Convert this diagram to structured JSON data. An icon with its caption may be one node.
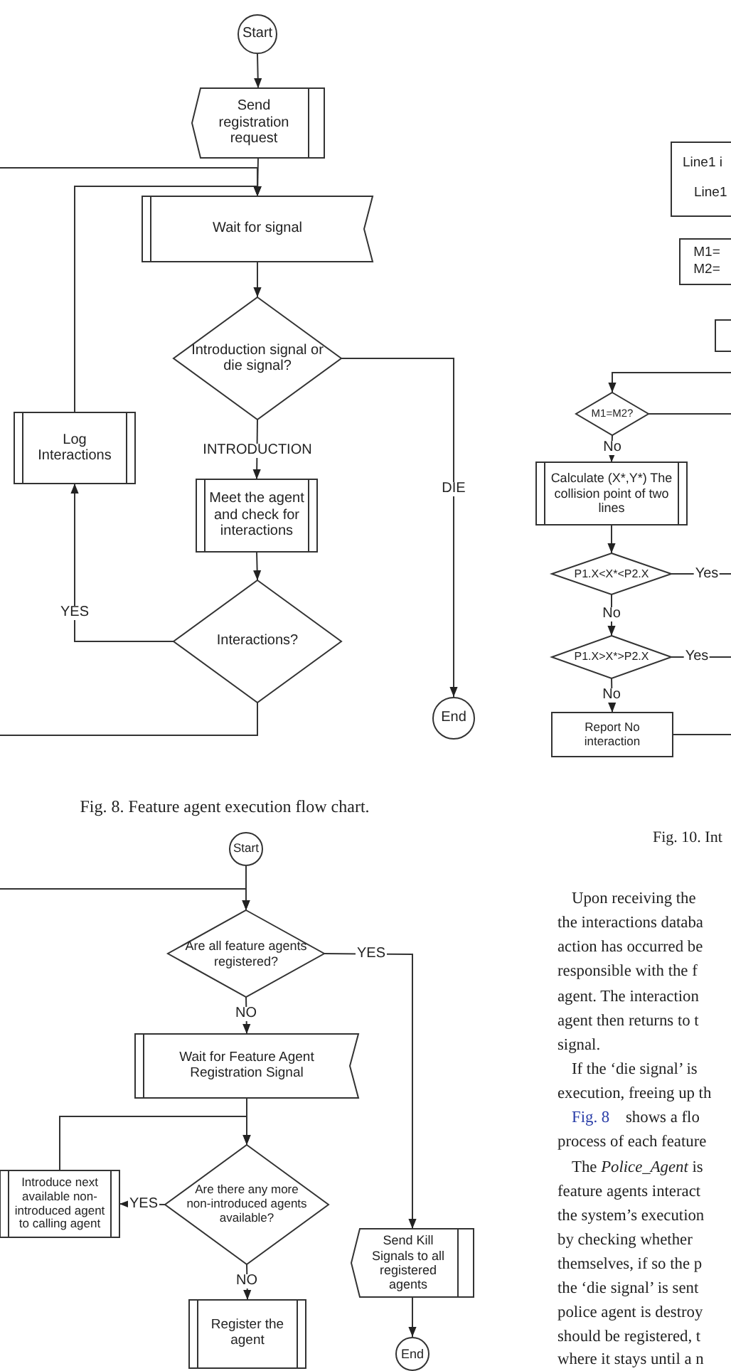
{
  "diagram": {
    "caption": "Fig. 8. Feature agent execution flow chart.",
    "nodes": [
      {
        "text": [
          "Start"
        ]
      },
      {
        "text": [
          "Send registration request"
        ]
      },
      {
        "text": [
          "Wait for signal"
        ]
      },
      {
        "text": [
          "Introduction signal or die signal?"
        ]
      },
      {
        "text": [
          "Log Interactions"
        ]
      },
      {
        "text": [
          "Meet the agent and check for interactions"
        ]
      },
      {
        "text": [
          "Interactions?"
        ]
      },
      {
        "text": [
          "End"
        ]
      },
      {
        "text": [
          "Start"
        ]
      },
      {
        "text": [
          "Are all feature agents registered?"
        ]
      },
      {
        "text": [
          "Wait for Feature Agent Registration Signal"
        ]
      },
      {
        "text": [
          "Introduce next available non-introduced agent to calling agent"
        ]
      },
      {
        "text": [
          "Are there any more non-introduced agents available?"
        ]
      },
      {
        "text": [
          "Send Kill Signals to all registered agents"
        ]
      },
      {
        "text": [
          "Register the agent"
        ]
      },
      {
        "text": [
          "End"
        ]
      },
      {
        "text": [
          "Line1 i",
          "Line1"
        ]
      },
      {
        "text": [
          "M1= M2="
        ]
      },
      {
        "text": [],
        "shape": "box"
      },
      {
        "text": [
          "M1=M2?"
        ]
      },
      {
        "text": [
          "Calculate (X*,Y*) The collision point of two lines"
        ]
      },
      {
        "text": [
          "P1.X<X*<P2.X"
        ]
      },
      {
        "text": [
          "P1.X>X*>P2.X"
        ]
      },
      {
        "text": [
          "Report No interaction"
        ]
      }
    ],
    "edges": [
      {
        "from": 0,
        "to": 1,
        "arrow": "to"
      },
      {
        "from": 1,
        "to": 2,
        "arrow": "to"
      },
      {
        "from": 2,
        "to": 3,
        "arrow": "to"
      },
      {
        "from": 3,
        "to": 5,
        "arrow": "to",
        "label": "INTRODUCTION"
      },
      {
        "from": 3,
        "to": 7,
        "arrow": "to",
        "label": "DIE"
      },
      {
        "from": 5,
        "to": 6,
        "arrow": "to"
      },
      {
        "from": 6,
        "to": 4,
        "arrow": "to",
        "label": "YES"
      },
      {
        "from": 4,
        "to": 2,
        "arrow": "to"
      },
      {
        "from": 6,
        "to": null,
        "arrow": "none"
      },
      {
        "from": null,
        "to": 2,
        "arrow": "to"
      },
      {
        "from": 8,
        "to": 9,
        "arrow": "to"
      },
      {
        "from": null,
        "to": 9,
        "arrow": "to"
      },
      {
        "from": 9,
        "to": 13,
        "arrow": "to",
        "label": "YES"
      },
      {
        "from": 9,
        "to": 10,
        "arrow": "to",
        "label": "NO"
      },
      {
        "from": 10,
        "to": 12,
        "arrow": "to"
      },
      {
        "from": 12,
        "to": 11,
        "arrow": "to",
        "label": "YES"
      },
      {
        "from": 11,
        "to": 12,
        "arrow": "to"
      },
      {
        "from": 12,
        "to": 14,
        "arrow": "to",
        "label": "NO"
      },
      {
        "from": 13,
        "to": 15,
        "arrow": "to"
      },
      {
        "from": null,
        "to": 19,
        "arrow": "to"
      },
      {
        "from": 19,
        "to": null,
        "arrow": "none"
      },
      {
        "from": 19,
        "to": 20,
        "arrow": "to",
        "label": "No"
      },
      {
        "from": 20,
        "to": 21,
        "arrow": "to"
      },
      {
        "from": 21,
        "to": null,
        "arrow": "none",
        "label": "Yes"
      },
      {
        "from": 21,
        "to": 22,
        "arrow": "to",
        "label": "No"
      },
      {
        "from": 22,
        "to": null,
        "arrow": "none",
        "label": "Yes"
      },
      {
        "from": 22,
        "to": 23,
        "arrow": "to",
        "label": "No"
      },
      {
        "from": 23,
        "to": null,
        "arrow": "none"
      }
    ],
    "labels": [
      "Fig. 10. Int",
      "Upon receiving the",
      "the interactions databa",
      "action has occurred be",
      "responsible with the f",
      "agent. The interaction",
      "agent then returns to t",
      "signal.",
      "If the ‘die signal’ is",
      "execution, freeing up th",
      "Fig. 8",
      "shows a flo",
      "process of each feature",
      "The *Police_Agent* is",
      "feature agents interact",
      "the system’s execution",
      "by checking whether",
      "themselves, if so the p",
      "the ‘die signal’ is sent",
      "police agent is destroy",
      "should be registered, t",
      "where it stays until a n"
    ]
  }
}
